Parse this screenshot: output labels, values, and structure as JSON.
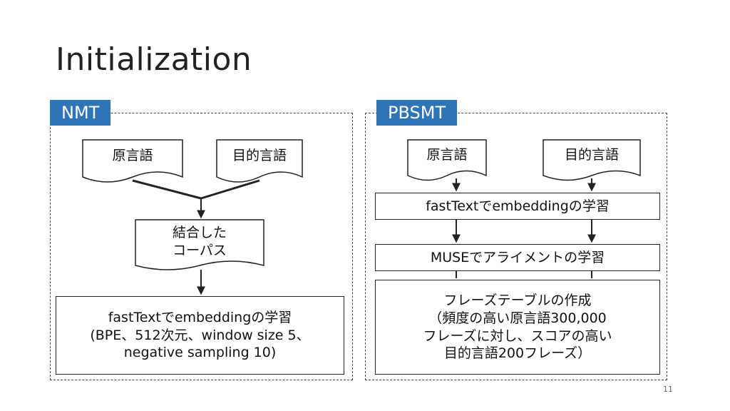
{
  "slide": {
    "title": "Initialization",
    "page_number": "11"
  },
  "nmt": {
    "tag": "NMT",
    "source_doc": "原言語",
    "target_doc": "目的言語",
    "combined_doc": "結合した\nコーパス",
    "training_box": "fastTextでembeddingの学習\n(BPE、512次元、window size 5、\nnegative sampling 10)"
  },
  "pbsmt": {
    "tag": "PBSMT",
    "source_doc": "原言語",
    "target_doc": "目的言語",
    "embedding_box": "fastTextでembeddingの学習",
    "muse_box": "MUSEでアライメントの学習",
    "phrase_table_box": "フレーズテーブルの作成\n（頻度の高い原言語300,000\nフレーズに対し、スコアの高い\n目的言語200フレーズ）"
  },
  "colors": {
    "tag_bg": "#2e75b6",
    "line": "#222222"
  }
}
